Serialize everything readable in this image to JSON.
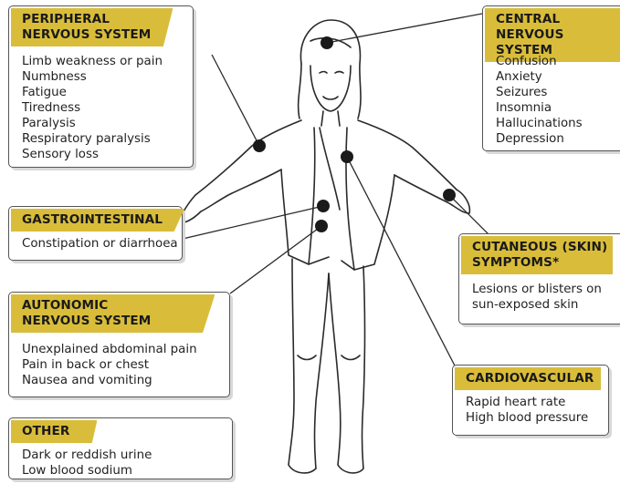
{
  "boxes": {
    "peripheral": {
      "title": "PERIPHERAL\nNERVOUS SYSTEM",
      "items": [
        "Limb weakness or pain",
        "Numbness",
        "Fatigue",
        "Tiredness",
        "Paralysis",
        "Respiratory paralysis",
        "Sensory loss"
      ]
    },
    "central": {
      "title": "CENTRAL\nNERVOUS SYSTEM",
      "items": [
        "Confusion",
        "Anxiety",
        "Seizures",
        "Insomnia",
        "Hallucinations",
        "Depression"
      ]
    },
    "gastrointestinal": {
      "title": "GASTROINTESTINAL",
      "items": [
        "Constipation or diarrhoea"
      ]
    },
    "cutaneous": {
      "title": "CUTANEOUS (SKIN)\nSYMPTOMS*",
      "items": [
        "Lesions or blisters on",
        "sun-exposed skin"
      ]
    },
    "autonomic": {
      "title": "AUTONOMIC\nNERVOUS SYSTEM",
      "items": [
        "Unexplained abdominal pain",
        "Pain in back or chest",
        "Nausea and vomiting"
      ]
    },
    "cardiovascular": {
      "title": "CARDIOVASCULAR",
      "items": [
        "Rapid heart rate",
        "High blood pressure"
      ]
    },
    "other": {
      "title": "OTHER",
      "items": [
        "Dark or reddish urine",
        "Low blood sodium"
      ]
    }
  },
  "colors": {
    "header": "#d9bd3a",
    "line": "#333333",
    "dot": "#1a1a1a"
  }
}
